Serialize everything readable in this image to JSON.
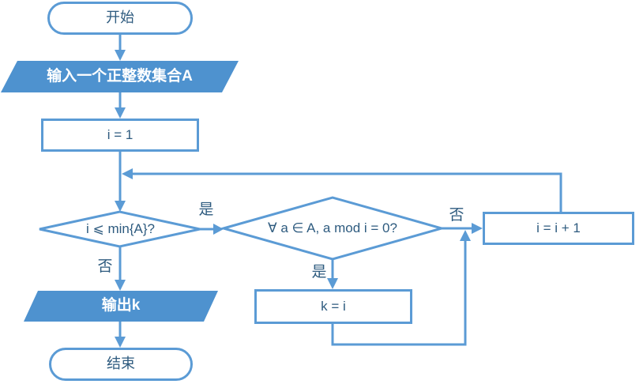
{
  "diagram": {
    "type": "flowchart",
    "nodes": {
      "start": {
        "label": "开始",
        "shape": "terminator"
      },
      "input_set": {
        "label": "输入一个正整数集合A",
        "shape": "io"
      },
      "init_i": {
        "label": "i = 1",
        "shape": "process"
      },
      "cond_min": {
        "label": "i ⩽ min{A}?",
        "shape": "decision"
      },
      "cond_mod": {
        "label": "∀ a ∈ A, a mod i = 0?",
        "shape": "decision"
      },
      "increment": {
        "label": "i = i + 1",
        "shape": "process"
      },
      "assign_k": {
        "label": "k = i",
        "shape": "process"
      },
      "output_k": {
        "label": "输出k",
        "shape": "io"
      },
      "end": {
        "label": "结束",
        "shape": "terminator"
      }
    },
    "edge_labels": {
      "cond_min_yes": "是",
      "cond_min_no": "否",
      "cond_mod_no": "否",
      "cond_mod_yes": "是"
    },
    "colors": {
      "line": "#5B9BD5",
      "accent_fill": "#4E92CF",
      "text": "#2E5B7F",
      "node_fill": "#FFFFFF",
      "background": "#FFFFFF"
    }
  }
}
